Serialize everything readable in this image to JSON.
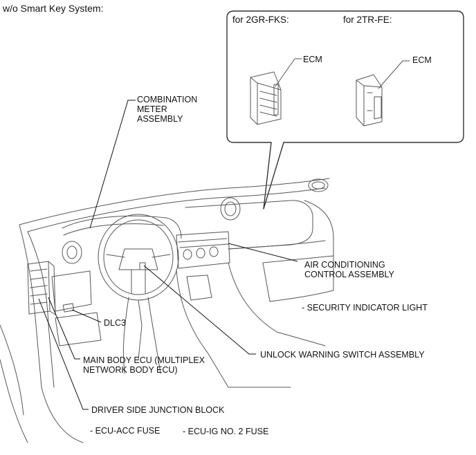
{
  "title": "w/o Smart Key System:",
  "inset": {
    "left_heading": "for 2GR-FKS:",
    "right_heading": "for 2TR-FE:",
    "left_part": "ECM",
    "right_part": "ECM"
  },
  "labels": {
    "combination_meter": "COMBINATION\nMETER\nASSEMBLY",
    "air_conditioning": "AIR CONDITIONING\nCONTROL ASSEMBLY",
    "security_indicator": "- SECURITY INDICATOR LIGHT",
    "dlc3": "DLC3",
    "unlock_warning": "UNLOCK WARNING SWITCH ASSEMBLY",
    "main_body_ecu": "MAIN BODY ECU (MULTIPLEX\nNETWORK BODY ECU)",
    "junction_block": "DRIVER SIDE JUNCTION BLOCK",
    "fuse_acc": "- ECU-ACC FUSE",
    "fuse_ig": "- ECU-IG NO. 2 FUSE"
  }
}
